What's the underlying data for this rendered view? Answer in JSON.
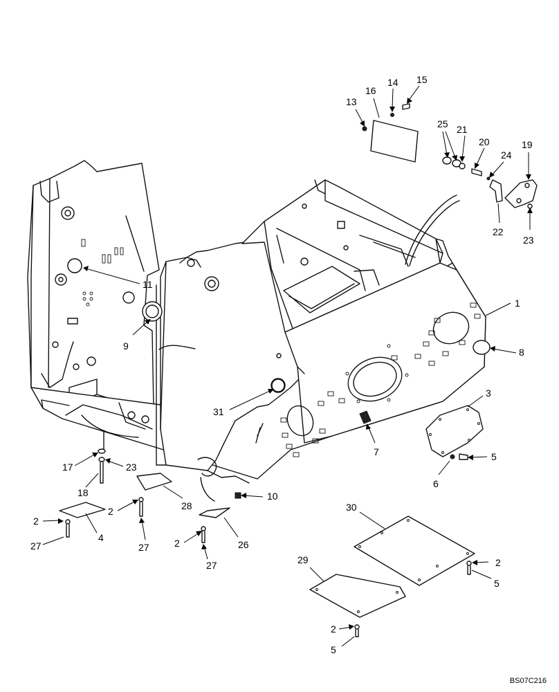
{
  "drawing_code": "BS07C216",
  "callouts": [
    {
      "id": "c1",
      "label": "1"
    },
    {
      "id": "c2a",
      "label": "2"
    },
    {
      "id": "c2b",
      "label": "2"
    },
    {
      "id": "c2c",
      "label": "2"
    },
    {
      "id": "c2d",
      "label": "2"
    },
    {
      "id": "c2e",
      "label": "2"
    },
    {
      "id": "c3",
      "label": "3"
    },
    {
      "id": "c4",
      "label": "4"
    },
    {
      "id": "c5a",
      "label": "5"
    },
    {
      "id": "c5b",
      "label": "5"
    },
    {
      "id": "c5c",
      "label": "5"
    },
    {
      "id": "c6",
      "label": "6"
    },
    {
      "id": "c7",
      "label": "7"
    },
    {
      "id": "c8",
      "label": "8"
    },
    {
      "id": "c9",
      "label": "9"
    },
    {
      "id": "c10",
      "label": "10"
    },
    {
      "id": "c11",
      "label": "11"
    },
    {
      "id": "c13",
      "label": "13"
    },
    {
      "id": "c14",
      "label": "14"
    },
    {
      "id": "c15",
      "label": "15"
    },
    {
      "id": "c16",
      "label": "16"
    },
    {
      "id": "c17",
      "label": "17"
    },
    {
      "id": "c18",
      "label": "18"
    },
    {
      "id": "c19",
      "label": "19"
    },
    {
      "id": "c20",
      "label": "20"
    },
    {
      "id": "c21",
      "label": "21"
    },
    {
      "id": "c22",
      "label": "22"
    },
    {
      "id": "c23a",
      "label": "23"
    },
    {
      "id": "c23b",
      "label": "23"
    },
    {
      "id": "c24",
      "label": "24"
    },
    {
      "id": "c25",
      "label": "25"
    },
    {
      "id": "c26",
      "label": "26"
    },
    {
      "id": "c27a",
      "label": "27"
    },
    {
      "id": "c27b",
      "label": "27"
    },
    {
      "id": "c27c",
      "label": "27"
    },
    {
      "id": "c28",
      "label": "28"
    },
    {
      "id": "c29",
      "label": "29"
    },
    {
      "id": "c30",
      "label": "30"
    },
    {
      "id": "c31",
      "label": "31"
    }
  ]
}
